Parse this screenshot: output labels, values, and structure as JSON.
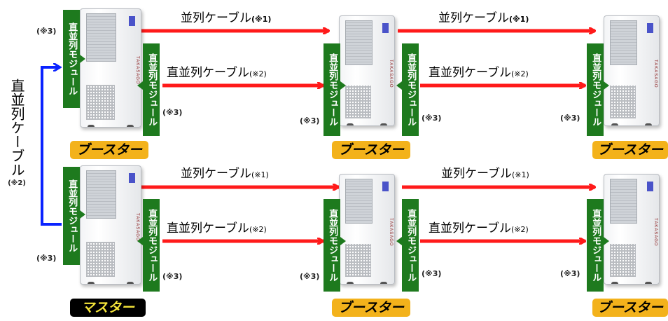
{
  "labels": {
    "module": "直並列モジュール",
    "note3": "(※3)",
    "parallel_cable": "並列ケーブル",
    "series_parallel_cable": "直並列ケーブル",
    "note1": "(※1)",
    "note2": "(※2)",
    "booster": "ブースター",
    "master": "マスター",
    "brand": "TAKASAGO"
  },
  "left_link": {
    "label": "直並列ケーブル",
    "note": "(※2)"
  },
  "colors": {
    "parallel_arrow": "#ff1a1a",
    "link_arrow": "#0a23ff",
    "module": "#1e7a1e",
    "booster_badge": "#f3b21b",
    "master_badge": "#000000",
    "master_text": "#f5e53a"
  }
}
